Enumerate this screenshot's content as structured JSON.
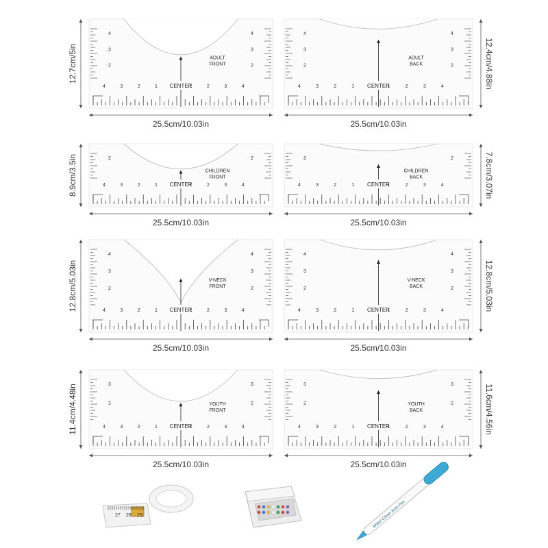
{
  "rulers": [
    {
      "id": "adult-front",
      "label_lines": [
        "ADULT",
        "FRONT"
      ],
      "height_text": "12.7cm/5in",
      "height_side": "left",
      "width_text": "25.5cm/10.03in",
      "neckline": "crew",
      "side_scale": [
        "4",
        "3",
        "2"
      ]
    },
    {
      "id": "adult-back",
      "label_lines": [
        "ADULT",
        "BACK"
      ],
      "height_text": "12.4cm/4.88in",
      "height_side": "right",
      "width_text": "25.5cm/10.03in",
      "neckline": "back",
      "side_scale": [
        "4",
        "3",
        "2"
      ]
    },
    {
      "id": "children-front",
      "label_lines": [
        "CHILDREN",
        "FRONT"
      ],
      "height_text": "8.9cm/3.5in",
      "height_side": "left",
      "width_text": "25.5cm/10.03in",
      "neckline": "crew",
      "side_scale": [
        "2"
      ]
    },
    {
      "id": "children-back",
      "label_lines": [
        "CHILDREN",
        "BACK"
      ],
      "height_text": "7.8cm/3.07in",
      "height_side": "right",
      "width_text": "25.5cm/10.03in",
      "neckline": "back",
      "side_scale": [
        "2"
      ]
    },
    {
      "id": "vneck-front",
      "label_lines": [
        "V-NECK",
        "FRONT"
      ],
      "height_text": "12.8cm/5.03in",
      "height_side": "left",
      "width_text": "25.5cm/10.03in",
      "neckline": "vneck",
      "side_scale": [
        "4",
        "3",
        "2"
      ]
    },
    {
      "id": "vneck-back",
      "label_lines": [
        "V-NECK",
        "BACK"
      ],
      "height_text": "12.8cm/5.03in",
      "height_side": "right",
      "width_text": "25.5cm/10.03in",
      "neckline": "back",
      "side_scale": [
        "4",
        "3",
        "2"
      ]
    },
    {
      "id": "youth-front",
      "label_lines": [
        "YOUTH",
        "FRONT"
      ],
      "height_text": "11.4cm/4.48in",
      "height_side": "left",
      "width_text": "25.5cm/10.03in",
      "neckline": "crew",
      "side_scale": [
        "3",
        "2"
      ]
    },
    {
      "id": "youth-back",
      "label_lines": [
        "YOUTH",
        "BACK"
      ],
      "height_text": "11.6cm/4.56in",
      "height_side": "right",
      "width_text": "25.5cm/10.03in",
      "neckline": "back",
      "side_scale": [
        "3",
        "2"
      ]
    }
  ],
  "center_label": "CENTER",
  "bottom_scale": [
    "4",
    "3",
    "2",
    "1",
    "1",
    "2",
    "3",
    "4"
  ],
  "accessories": {
    "tape_measure": {
      "numbers": [
        "27",
        "28",
        "29"
      ]
    },
    "pin_box": {
      "name": "pin box"
    },
    "pen": {
      "text": "Water Clean Auto Pen",
      "cap_color": "#3fa9d6"
    }
  }
}
